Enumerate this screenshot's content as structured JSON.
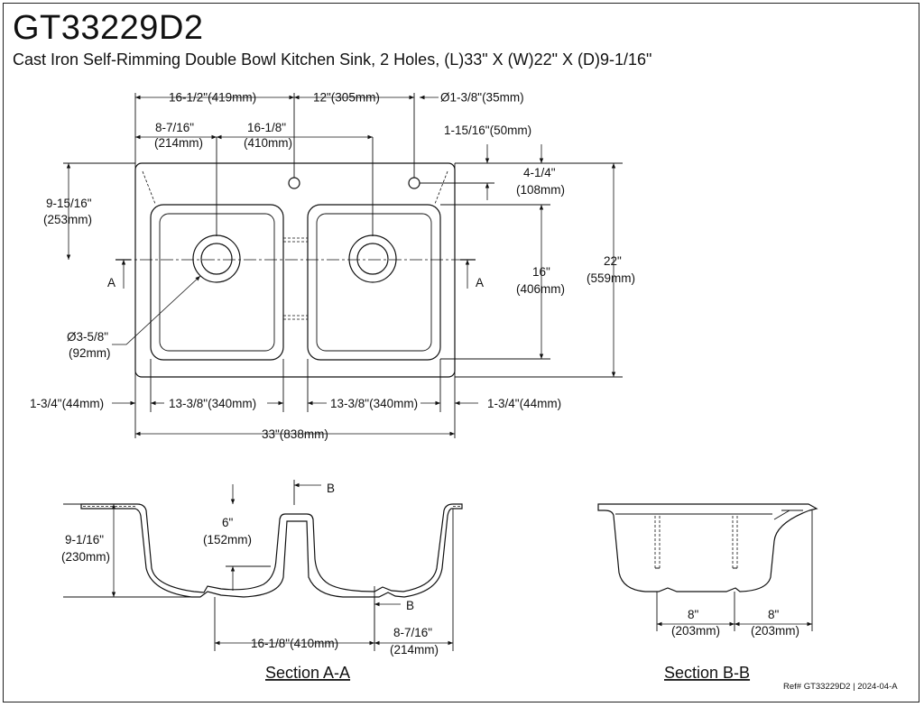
{
  "drawing": {
    "model": "GT33229D2",
    "description": "Cast Iron Self-Rimming Double Bowl Kitchen Sink, 2 Holes, (L)33\" X (W)22\" X (D)9-1/16\"",
    "ref": "Ref# GT33229D2 | 2024-04-A"
  },
  "top_view": {
    "dims": {
      "d_16_5": "16-1/2\"(419mm)",
      "d_12": "12\"(305mm)",
      "d_hole": "Ø1-3/8\"(35mm)",
      "d_8_7_16_a": "8-7/16\"",
      "d_8_7_16_b": "(214mm)",
      "d_16_1_8_a": "16-1/8\"",
      "d_16_1_8_b": "(410mm)",
      "d_1_15_16": "1-15/16\"(50mm)",
      "d_4_1_4_a": "4-1/4\"",
      "d_4_1_4_b": "(108mm)",
      "d_9_15_16_a": "9-15/16\"",
      "d_9_15_16_b": "(253mm)",
      "d_22_a": "22\"",
      "d_22_b": "(559mm)",
      "d_16_a": "16\"",
      "d_16_b": "(406mm)",
      "d_drain_a": "Ø3-5/8\"",
      "d_drain_b": "(92mm)",
      "d_1_3_4_left": "1-3/4\"(44mm)",
      "d_13_3_8_left": "13-3/8\"(340mm)",
      "d_13_3_8_right": "13-3/8\"(340mm)",
      "d_1_3_4_right": "1-3/4\"(44mm)",
      "d_33": "33\"(838mm)",
      "cut_a_left": "A",
      "cut_a_right": "A"
    }
  },
  "section_aa": {
    "label": "Section A-A",
    "dims": {
      "d_depth_a": "9-1/16\"",
      "d_depth_b": "(230mm)",
      "d_6_a": "6\"",
      "d_6_b": "(152mm)",
      "d_16_1_8": "16-1/8\"(410mm)",
      "d_8_7_16_a": "8-7/16\"",
      "d_8_7_16_b": "(214mm)",
      "cut_b_top": "B",
      "cut_b_bottom": "B"
    }
  },
  "section_bb": {
    "label": "Section B-B",
    "dims": {
      "d_8_left_a": "8\"",
      "d_8_left_b": "(203mm)",
      "d_8_right_a": "8\"",
      "d_8_right_b": "(203mm)"
    }
  }
}
